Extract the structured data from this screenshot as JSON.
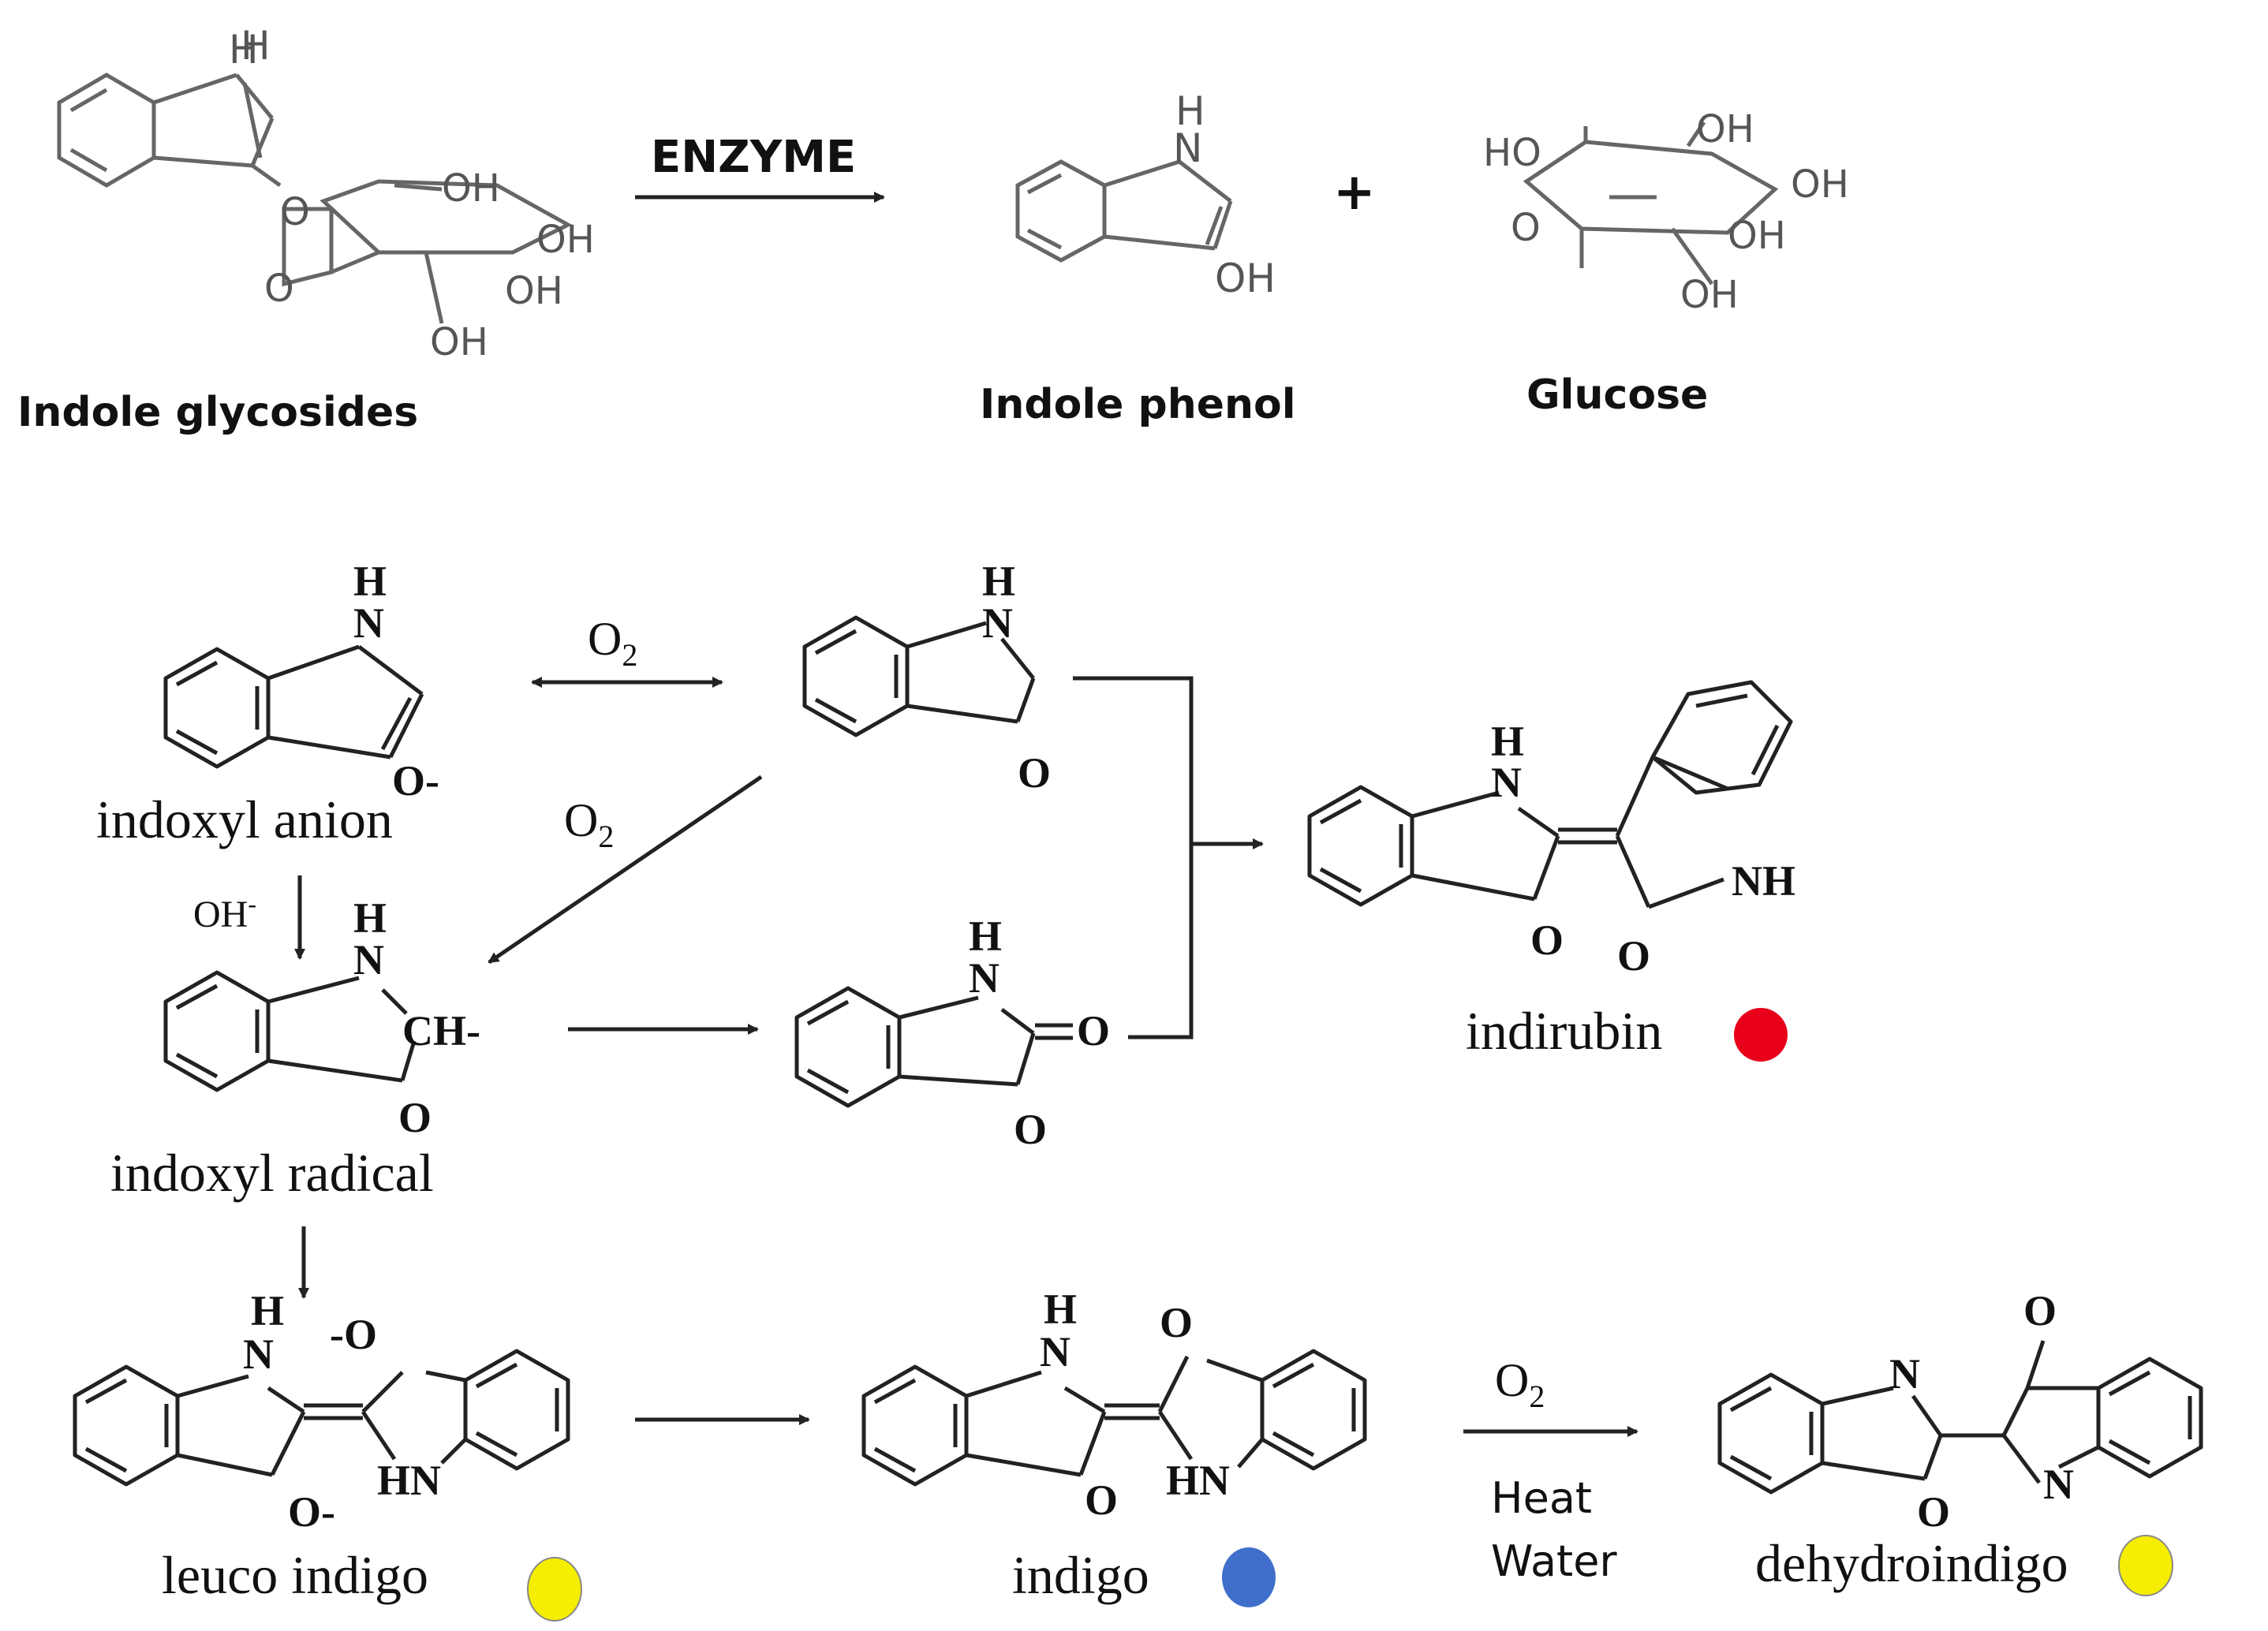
{
  "top_reaction": {
    "enzyme_label": "ENZYME",
    "plus": "+",
    "indole_glycosides": "Indole glycosides",
    "indole_phenol": "Indole phenol",
    "glucose": "Glucose"
  },
  "pathway": {
    "o2_a": "O",
    "o2_a_sub": "2",
    "o2_b": "O",
    "o2_b_sub": "2",
    "o2_c": "O",
    "o2_c_sub": "2",
    "oh_minus": "OH",
    "oh_minus_sup": "-",
    "heat": "Heat",
    "water": "Water",
    "indoxyl_anion": "indoxyl anion",
    "indoxyl_radical": "indoxyl radical",
    "indirubin": "indirubin",
    "leuco_indigo": "leuco indigo",
    "indigo": "indigo",
    "dehydroindigo": "dehydroindigo"
  },
  "atoms": {
    "H": "H",
    "N": "N",
    "O": "O",
    "OH": "OH",
    "HO": "HO",
    "NH": "NH",
    "HN": "HN",
    "CH_minus": "CH-",
    "O_minus": "O-",
    "minus_O": "-O"
  },
  "colors": {
    "indirubin_dot": "#e8001a",
    "leuco_dot": "#f5ee00",
    "indigo_dot": "#3f6ecb",
    "dehydroindigo_dot": "#f5ee00"
  }
}
